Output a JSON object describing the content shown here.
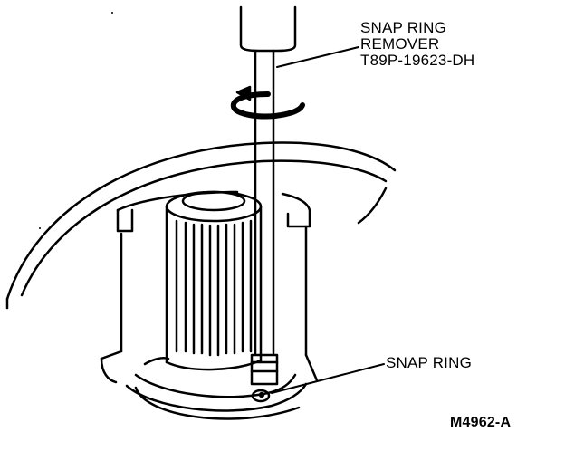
{
  "labels": {
    "tool_line1": "SNAP RING",
    "tool_line2": "REMOVER",
    "tool_line3": "T89P-19623-DH",
    "snap_ring": "SNAP RING",
    "figure_id": "M4962-A"
  },
  "colors": {
    "ink": "#000000",
    "paper": "#ffffff"
  }
}
